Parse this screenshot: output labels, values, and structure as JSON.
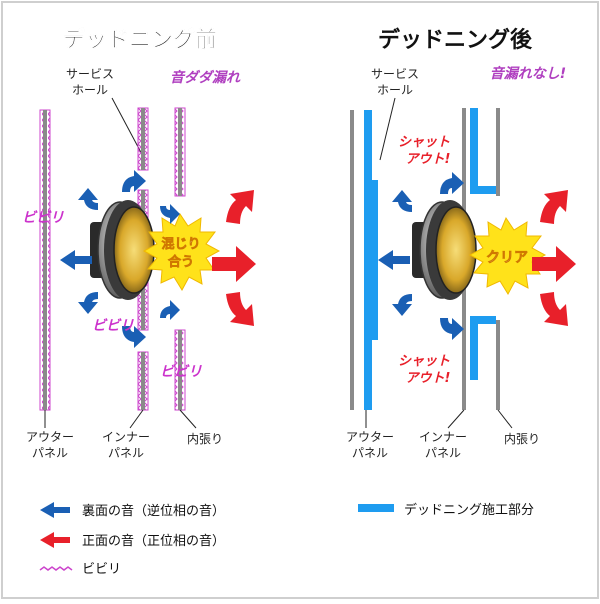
{
  "left": {
    "title": "デッドニング前",
    "service_hole": [
      "サービス",
      "ホール"
    ],
    "leak_note": "音ダダ漏れ",
    "rattle1": "ビビリ",
    "rattle2": "ビビリ",
    "rattle3": "ビビリ",
    "burst": [
      "混じり",
      "合う"
    ],
    "outer_panel": [
      "アウター",
      "パネル"
    ],
    "inner_panel": [
      "インナー",
      "パネル"
    ],
    "trim": "内張り"
  },
  "right": {
    "title": "デッドニング後",
    "service_hole": [
      "サービス",
      "ホール"
    ],
    "no_leak_note": "音漏れなし!",
    "shutout_top": [
      "シャット",
      "アウト!"
    ],
    "shutout_bottom": [
      "シャット",
      "アウト!"
    ],
    "burst": "クリア",
    "outer_panel": [
      "アウター",
      "パネル"
    ],
    "inner_panel": [
      "インナー",
      "パネル"
    ],
    "trim": "内張り"
  },
  "legend": {
    "back_sound": "裏面の音（逆位相の音）",
    "front_sound": "正面の音（正位相の音）",
    "rattle": "ビビリ",
    "deadening": "デッドニング施工部分"
  },
  "colors": {
    "blue_arrow": "#1a5fb4",
    "red_arrow": "#e8202a",
    "rattle": "#cc44cc",
    "deadening": "#1e9cf0",
    "panel": "#8a8a8a"
  }
}
